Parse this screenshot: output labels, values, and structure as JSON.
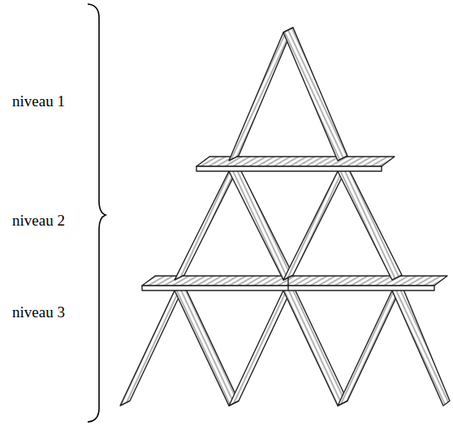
{
  "diagram": {
    "labels": [
      "niveau 1",
      "niveau 2",
      "niveau 3"
    ]
  }
}
